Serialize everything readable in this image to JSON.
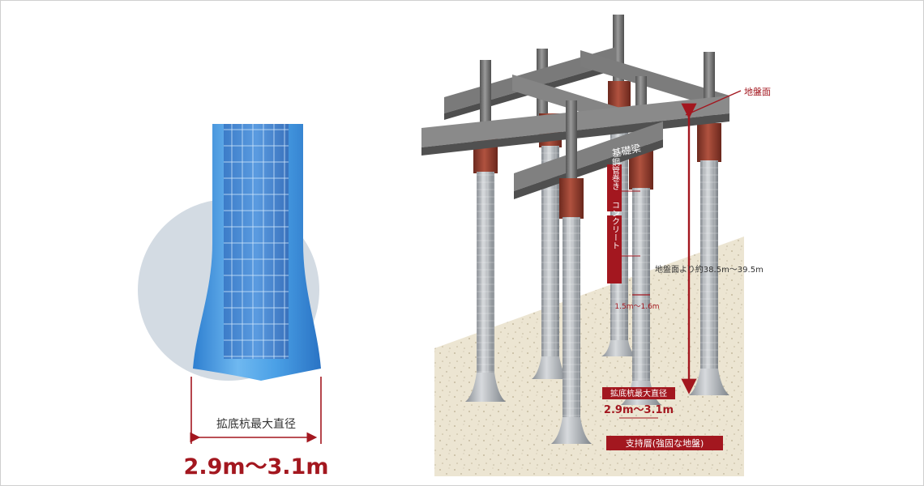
{
  "left_diagram": {
    "label": "拡底杭最大直径",
    "dimension": "2.9m〜3.1m"
  },
  "right_diagram": {
    "ground_surface": "地盤面",
    "foundation_beam": "基礎梁",
    "steel_pipe": "鋼管巻き",
    "concrete": "コンクリート",
    "depth": "地盤面より約38.5m〜39.5m",
    "shaft_diameter": "1.5m〜1.6m",
    "max_diameter_label": "拡底杭最大直径",
    "max_diameter_value": "2.9m〜3.1m",
    "bearing_layer": "支持層(強固な地盤)"
  },
  "colors": {
    "pile_blue": "#3f8fd6",
    "circle_bg": "#d3dbe3",
    "accent_red": "#a3171f",
    "steel_brown": "#8b3a2c",
    "beam_gray": "#6e6e6e",
    "soil": "#ece5d2"
  }
}
